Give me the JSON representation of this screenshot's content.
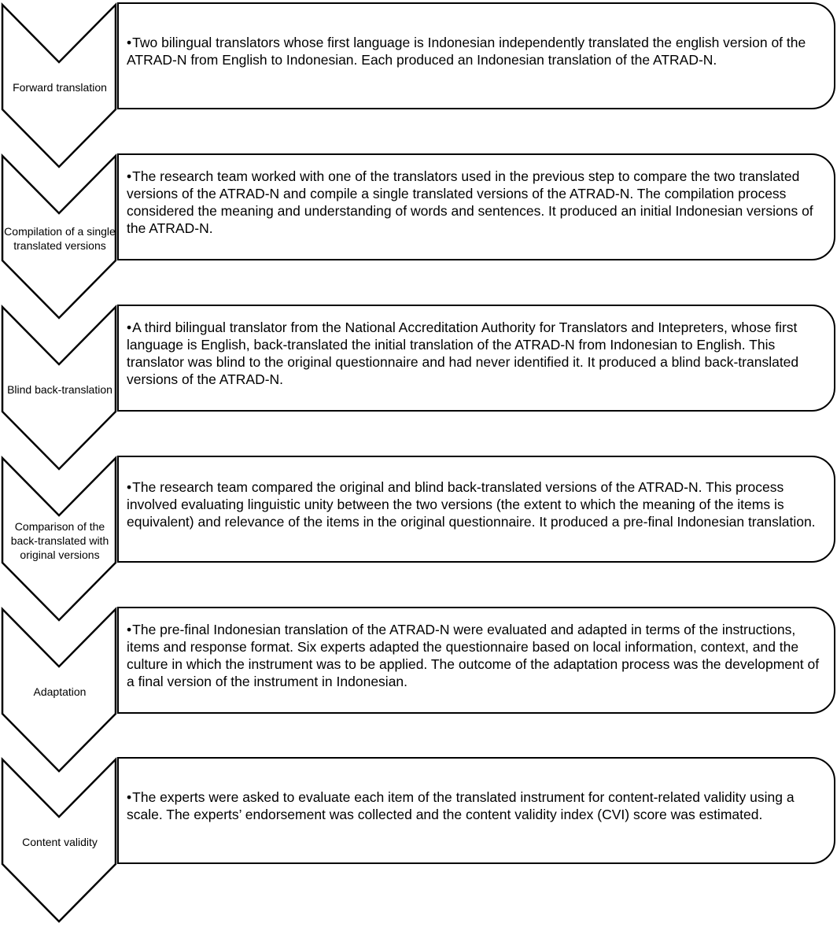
{
  "steps": [
    {
      "label": "Forward translation",
      "text": "Two bilingual translators whose first language is Indonesian independently translated the english version of the ATRAD-N from English to Indonesian. Each produced an Indonesian translation of the ATRAD-N."
    },
    {
      "label": "Compilation of a single translated versions",
      "text": "The research team worked with one of the translators used in the previous step to compare the two translated versions of the ATRAD-N and compile a single translated versions of the ATRAD-N. The compilation process considered the meaning and understanding of words and sentences. It produced an initial Indonesian versions of the ATRAD-N."
    },
    {
      "label": "Blind back-translation",
      "text": "A third bilingual translator from the National Accreditation Authority for Translators and Intepreters, whose first language is English, back-translated the initial translation of the ATRAD-N from Indonesian to English. This translator was blind to the original questionnaire and had never identified it. It produced a blind back-translated versions of the ATRAD-N."
    },
    {
      "label": "Comparison of the back-translated with original versions",
      "text": "The research team compared the original and blind back-translated versions of the ATRAD-N. This process involved evaluating linguistic unity between the two versions (the extent to which the meaning of the items is equivalent) and relevance of the items in the original questionnaire. It produced a pre-final Indonesian translation."
    },
    {
      "label": "Adaptation",
      "text": "The pre-final Indonesian translation of the ATRAD-N were evaluated and adapted in terms of the instructions, items and response format. Six experts adapted the questionnaire based on local information, context, and the culture in which the instrument was to be applied.  The outcome of the adaptation process was the development of a final version of the instrument in Indonesian."
    },
    {
      "label": "Content validity",
      "text": "The experts were asked to evaluate each item of the translated instrument for content-related validity using a scale. The experts’ endorsement was collected and the content validity index (CVI) score was estimated."
    }
  ],
  "bullet": "•"
}
